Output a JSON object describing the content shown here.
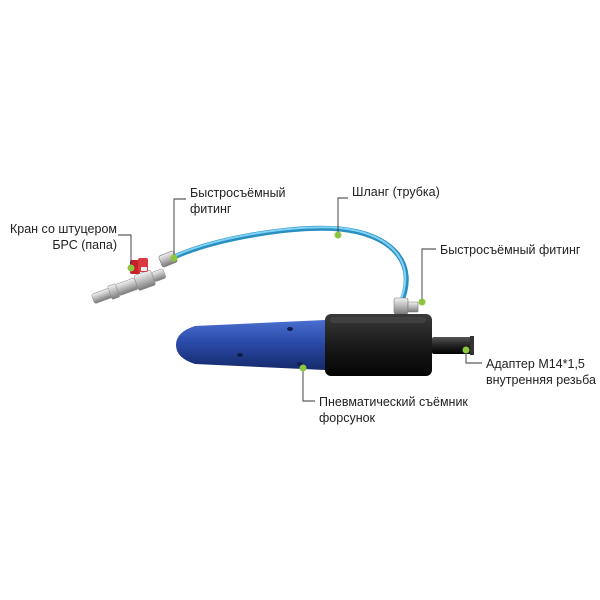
{
  "colors": {
    "body_blue": "#2b4aa8",
    "tube_blue": "#3fb0e0",
    "marker_green": "#8cc63f",
    "black_sleeve": "#1c1c1c",
    "valve_red": "#c8202a"
  },
  "labels": {
    "valve": "Кран со штуцером\nБРС (папа)",
    "fitting_left": "Быстросъёмный\nфитинг",
    "hose": "Шланг (трубка)",
    "fitting_right": "Быстросъёмный фитинг",
    "adapter": "Адаптер М14*1,5\nвнутренняя резьба",
    "puller": "Пневматический съёмник\nфорсунок"
  }
}
